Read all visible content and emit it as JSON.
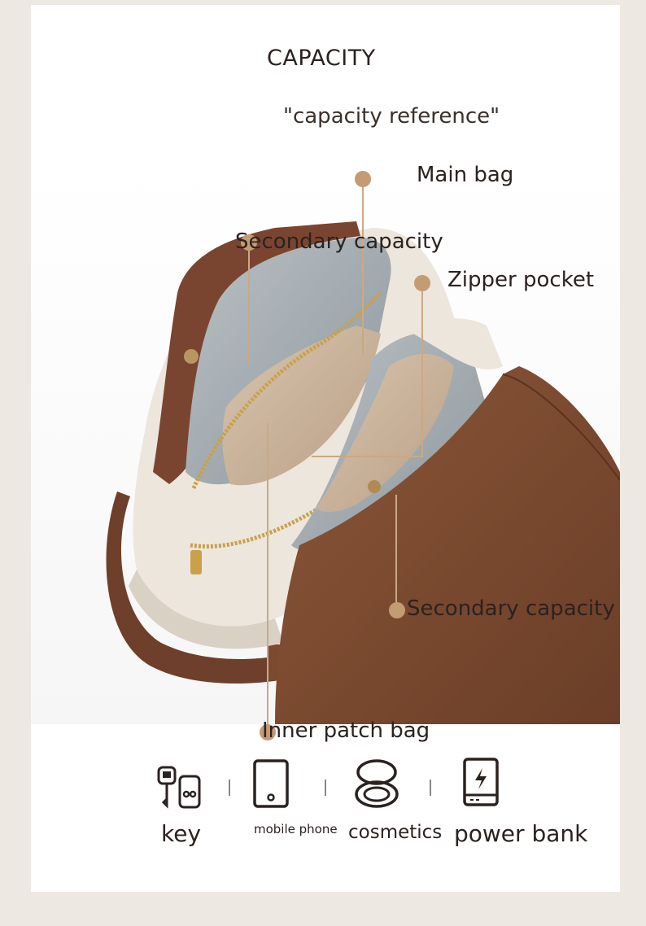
{
  "header": {
    "title": "CAPACITY",
    "subtitle": "\"capacity reference\""
  },
  "callouts": {
    "main_bag": "Main bag",
    "secondary_capacity_top": "Secondary capacity",
    "zipper_pocket": "Zipper pocket",
    "secondary_capacity_right": "Secondary capacity",
    "inner_patch_bag": "Inner patch bag"
  },
  "items": {
    "key": {
      "label": "key",
      "icon": "key-icon"
    },
    "mobile_phone": {
      "label": "mobile phone",
      "icon": "mobile-phone-icon"
    },
    "cosmetics": {
      "label": "cosmetics",
      "icon": "compact-mirror-icon"
    },
    "power_bank": {
      "label": "power bank",
      "icon": "power-bank-icon"
    }
  },
  "colors": {
    "accent": "#c49c74",
    "bag_brown": "#7a4a30",
    "bag_cream": "#ece6dc",
    "lining_gray": "#9aa4aa",
    "suede": "#c8b39c",
    "background": "#ede8e2"
  }
}
